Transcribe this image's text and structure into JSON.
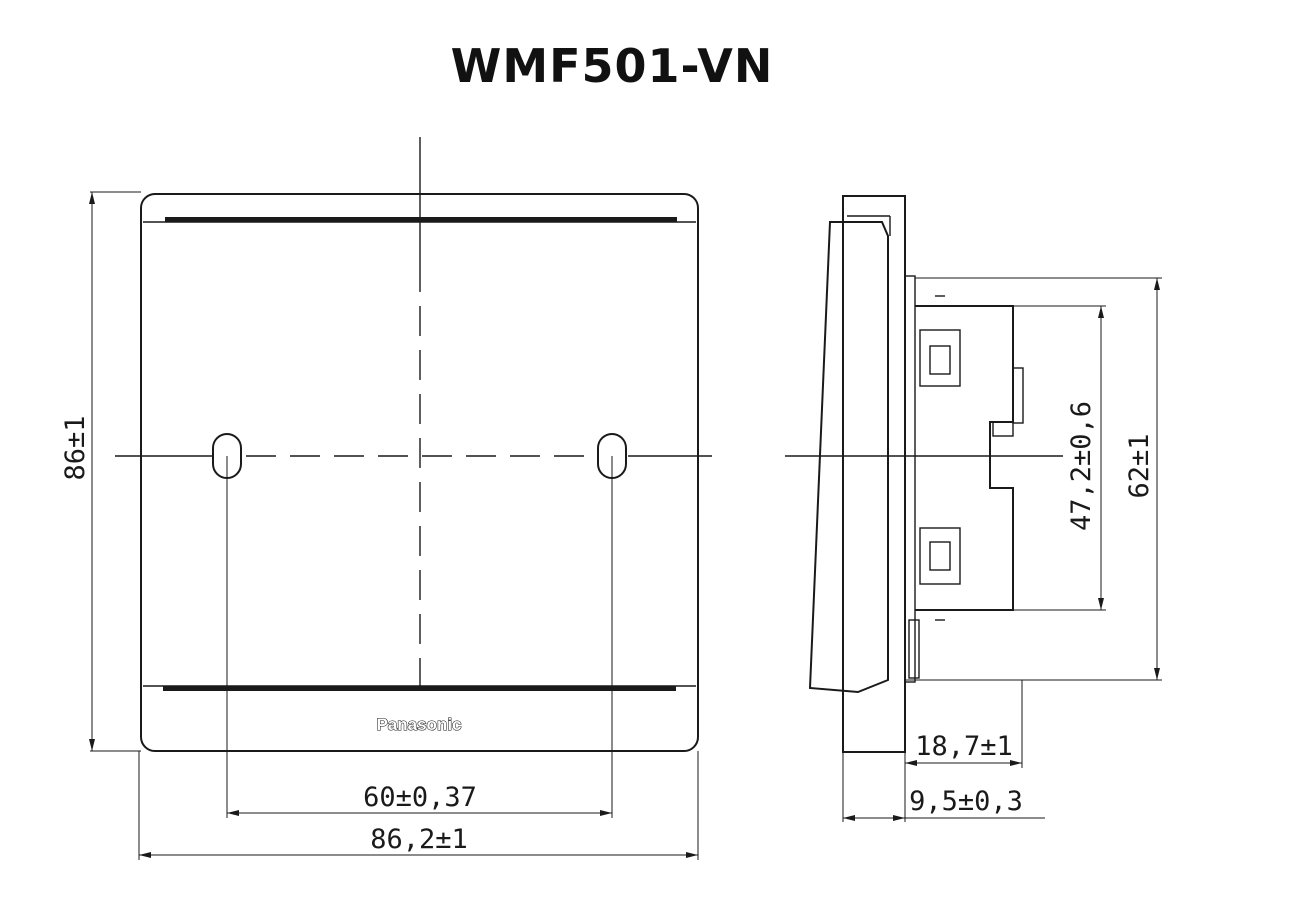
{
  "title": "WMF501-VN",
  "brand": "Panasonic",
  "dimensions": {
    "front_height": "86±1",
    "front_width": "86,2±1",
    "hole_spacing": "60±0,37",
    "side_height": "62±1",
    "inner_height": "47,2±0,6",
    "body_depth": "18,7±1",
    "plate_depth": "9,5±0,3"
  }
}
